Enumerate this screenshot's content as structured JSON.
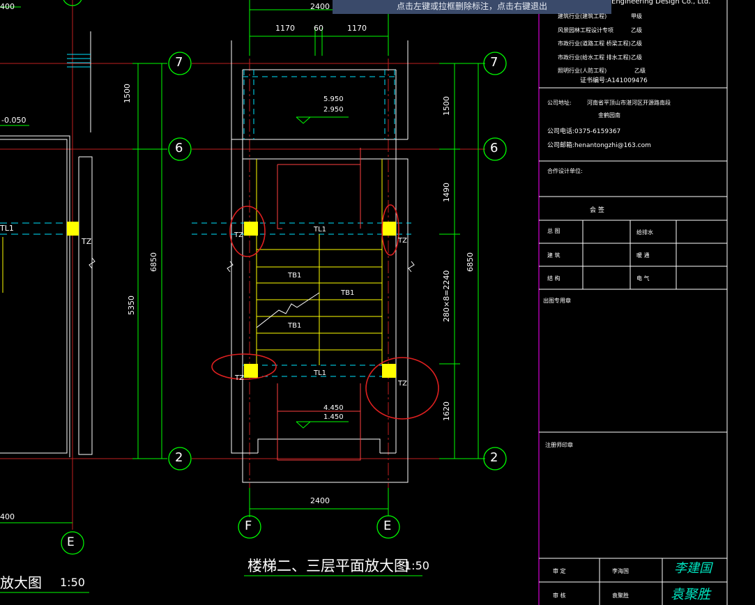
{
  "status_tip": "点击左键或拉框删除标注，点击右键退出",
  "colors": {
    "background": "#000000",
    "dim": "#00ff00",
    "wall": "#ffffff",
    "axis": "#ff3030",
    "stair": "#ffff00",
    "beam": "#00e5ff",
    "column_fill": "#ffff00",
    "mark_circle": "#e02020",
    "frame": "#ff00ff",
    "tip_bg": "#3a4a6a"
  },
  "left_plan": {
    "dim_top": "400",
    "level": "-0.050",
    "beam": "TL1",
    "column": "TZ",
    "dim_bottom": "400",
    "axis_bottom": "E",
    "title": "放大图",
    "scale": "1:50"
  },
  "main_plan": {
    "dims_top": {
      "total": "2400",
      "left": "1170",
      "mid": "60",
      "right": "1170"
    },
    "dims_left": {
      "upper": "1500",
      "total": "6850",
      "lower": "5350"
    },
    "dims_right": {
      "d1": "1500",
      "d2": "1490",
      "d3": "280×8=2240",
      "d4": "1620",
      "total": "6850"
    },
    "axes": {
      "top": "7",
      "mid": "6",
      "bottom": "2",
      "left": "F",
      "right": "E"
    },
    "levels_upper": [
      "5.950",
      "2.950"
    ],
    "levels_lower": [
      "4.450",
      "1.450"
    ],
    "beam_labels": [
      "TL1",
      "TL1"
    ],
    "slab_labels": [
      "TB1",
      "TB1",
      "TB1"
    ],
    "column_labels": [
      "TZ",
      "TZ",
      "TZ",
      "TZ"
    ],
    "dim_bottom": "2400",
    "title": "楼梯二、三层平面放大图",
    "scale": "1:50"
  },
  "title_block": {
    "company_en": "Engineering Design Co., Ltd.",
    "qualifications": [
      {
        "label": "建筑行业(建筑工程)",
        "grade": "甲级"
      },
      {
        "label": "风景园林工程设计专项",
        "grade": "乙级"
      },
      {
        "label": "市政行业(道路工程 桥梁工程)",
        "grade": "乙级"
      },
      {
        "label": "市政行业(给水工程 排水工程)",
        "grade": "乙级"
      },
      {
        "label": "照明行业(人防工程)",
        "grade": "乙级"
      }
    ],
    "cert_no": "证书编号:A141009476",
    "address_label": "公司地址:",
    "address": "河南省平顶山市湛河区开源路南段",
    "address2": "金鹤园南",
    "phone": "公司电话:0375-6159367",
    "email": "公司邮箱:henantongzhi@163.com",
    "cooperation": "合作设计单位:",
    "countersign": "会 签",
    "sign_rows": [
      [
        "总 图",
        "",
        "给排水",
        ""
      ],
      [
        "建 筑",
        "",
        "暖 通",
        ""
      ],
      [
        "结 构",
        "",
        "电 气",
        ""
      ]
    ],
    "stamp_area": "出图专用章",
    "reg_area": "注册师印章",
    "approvals": [
      {
        "role": "审 定",
        "name": "李海国",
        "signature": "李建国"
      },
      {
        "role": "审 核",
        "name": "袁聚胜",
        "signature": "袁聚胜"
      }
    ]
  }
}
